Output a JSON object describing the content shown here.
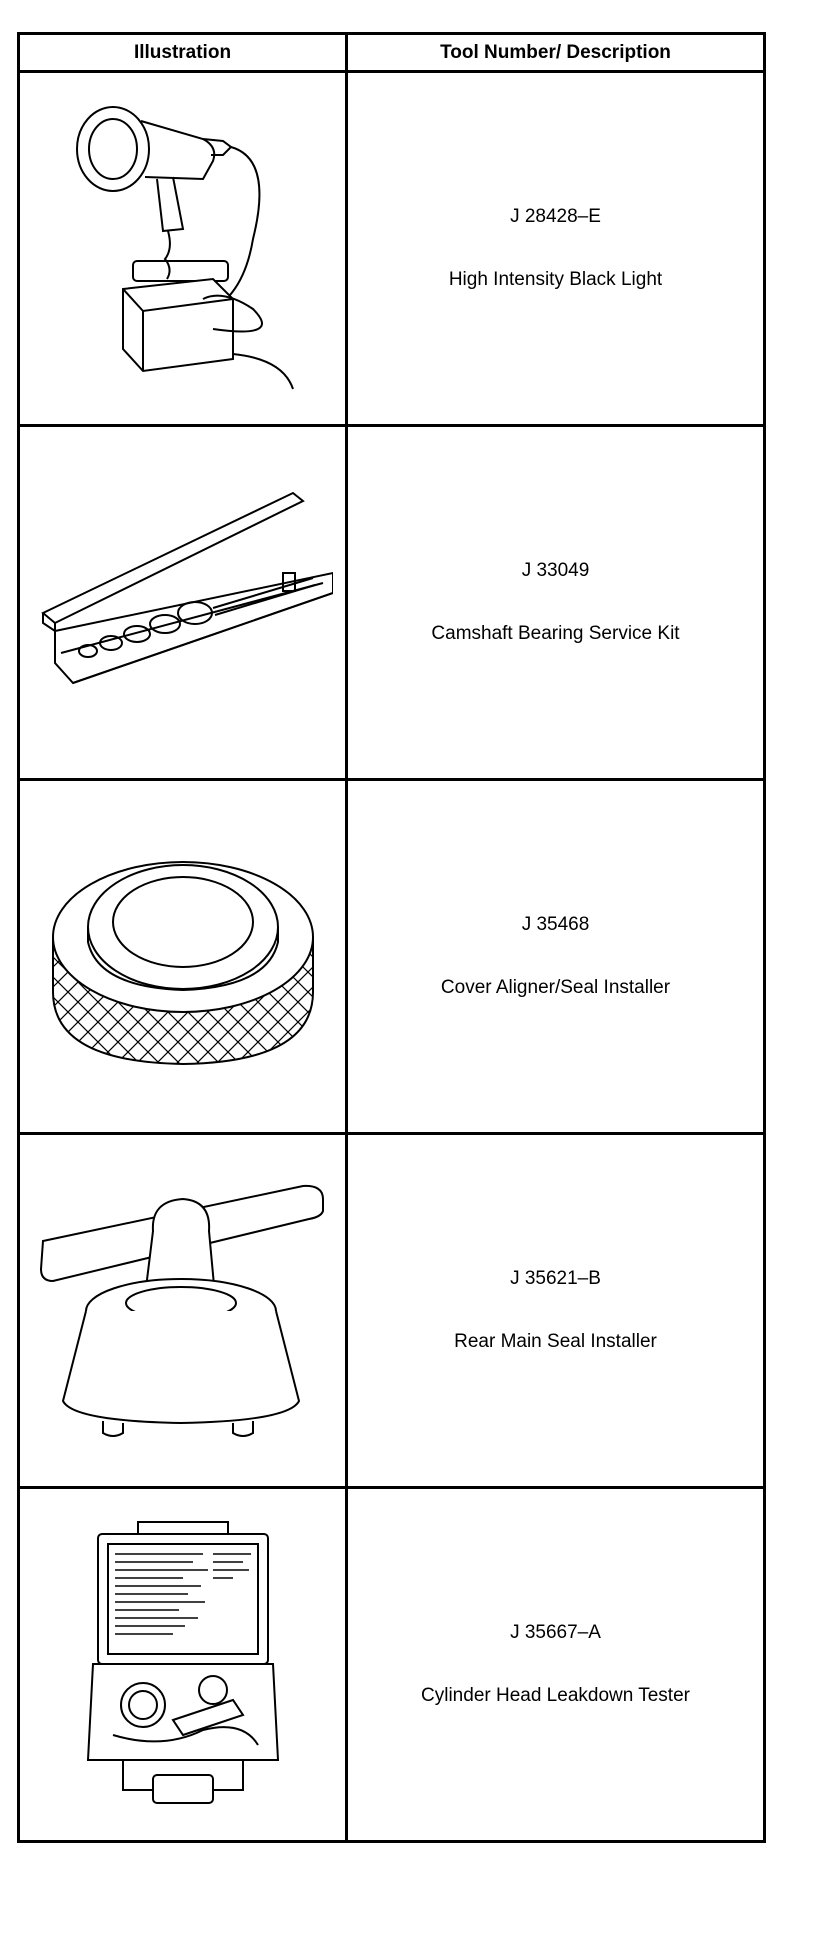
{
  "table": {
    "headers": {
      "illustration": "Illustration",
      "description": "Tool Number/ Description"
    },
    "rows": [
      {
        "number": "J 28428–E",
        "description": "High Intensity Black Light",
        "icon": "black-light-icon"
      },
      {
        "number": "J 33049",
        "description": "Camshaft Bearing Service Kit",
        "icon": "bearing-kit-icon"
      },
      {
        "number": "J 35468",
        "description": "Cover Aligner/Seal Installer",
        "icon": "seal-installer-icon"
      },
      {
        "number": "J 35621–B",
        "description": "Rear Main Seal Installer",
        "icon": "rear-seal-installer-icon"
      },
      {
        "number": "J 35667–A",
        "description": "Cylinder Head Leakdown Tester",
        "icon": "leakdown-tester-icon"
      }
    ]
  }
}
